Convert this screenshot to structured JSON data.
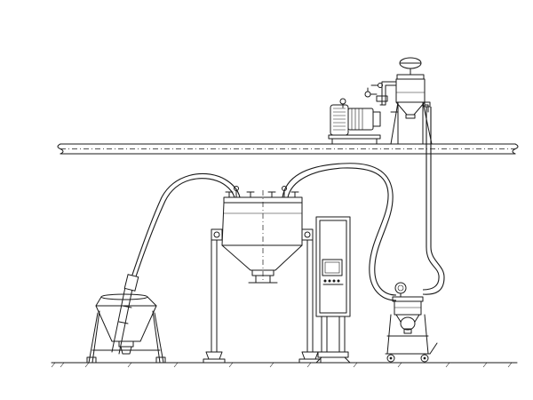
{
  "diagram": {
    "kind": "process-equipment-drawing",
    "components": [
      {
        "id": "inlet-hopper",
        "icon": "cone-hopper-icon"
      },
      {
        "id": "suction-wand",
        "icon": "suction-lance-icon"
      },
      {
        "id": "mixer-vessel",
        "icon": "double-cone-vessel-icon"
      },
      {
        "id": "control-cabinet",
        "icon": "control-panel-icon"
      },
      {
        "id": "vacuum-receiver",
        "icon": "receiver-icon"
      },
      {
        "id": "dust-filter",
        "icon": "cyclone-filter-icon"
      },
      {
        "id": "vacuum-pump",
        "icon": "blower-motor-icon"
      },
      {
        "id": "upper-floor-slab",
        "icon": "floor-slab-icon"
      },
      {
        "id": "ground-floor",
        "icon": "ground-line-icon"
      }
    ],
    "connections": [
      {
        "from": "suction-wand",
        "to": "mixer-vessel"
      },
      {
        "from": "mixer-vessel",
        "to": "vacuum-receiver"
      },
      {
        "from": "vacuum-receiver",
        "to": "dust-filter"
      },
      {
        "from": "dust-filter",
        "to": "vacuum-pump"
      }
    ]
  }
}
